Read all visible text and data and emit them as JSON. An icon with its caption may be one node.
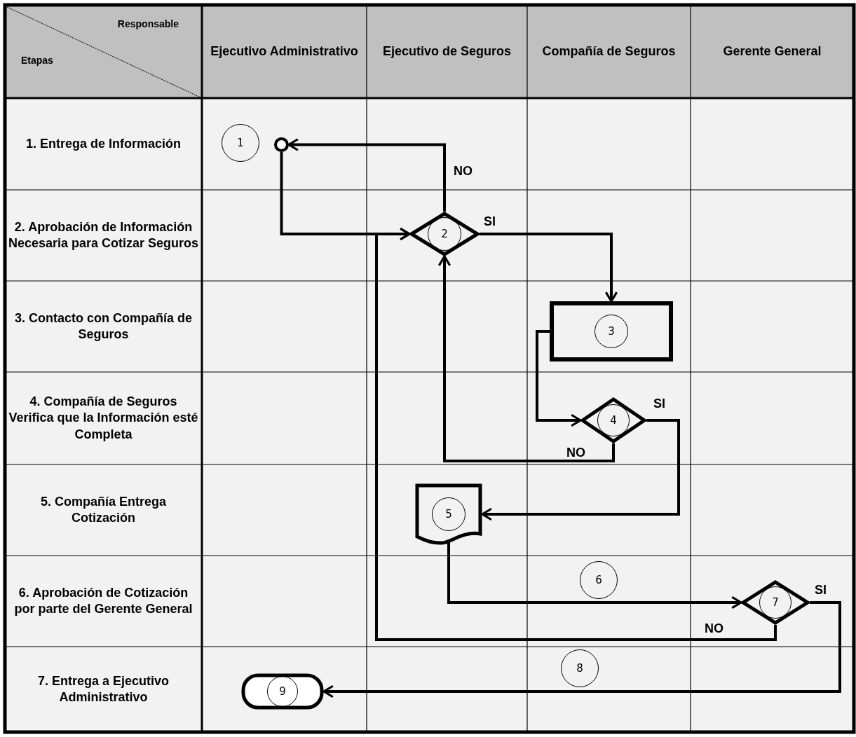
{
  "diagram": {
    "nodes": [
      {
        "text": [
          "1"
        ]
      },
      {
        "text": [],
        "shape": "circle"
      },
      {
        "text": [
          "2"
        ]
      },
      {
        "text": [
          "3"
        ]
      },
      {
        "text": [
          "4"
        ]
      },
      {
        "text": [
          "5"
        ]
      },
      {
        "text": [
          "6"
        ]
      },
      {
        "text": [
          "7"
        ]
      },
      {
        "text": [
          "8"
        ]
      },
      {
        "text": [
          "9"
        ]
      }
    ],
    "edges": [
      {
        "from": 2,
        "to": 1,
        "arrow": "to",
        "label": "NO"
      },
      {
        "from": 1,
        "to": 2,
        "arrow": "to"
      },
      {
        "from": 2,
        "to": 3,
        "arrow": "to",
        "label": "SI"
      },
      {
        "from": 3,
        "to": 4,
        "arrow": "to"
      },
      {
        "from": 4,
        "to": 2,
        "arrow": "to",
        "label": "NO"
      },
      {
        "from": 4,
        "to": 5,
        "arrow": "to",
        "label": "SI"
      },
      {
        "from": 5,
        "to": 7,
        "arrow": "to"
      },
      {
        "from": 7,
        "to": 2,
        "arrow": "to",
        "label": "NO"
      },
      {
        "from": 7,
        "to": 9,
        "arrow": "to",
        "label": "SI"
      }
    ],
    "labels": [
      "Responsable",
      "Etapas",
      "Ejecutivo Administrativo",
      "Ejecutivo de Seguros",
      "Compañía de Seguros",
      "Gerente General",
      "1. Entrega de Información",
      "2. Aprobación de Información Necesaria para Cotizar Seguros",
      "3. Contacto con Compañía de Seguros",
      "4. Compañía de Seguros Verifica que la Información esté Completa",
      "5. Compañía Entrega Cotización",
      "6. Aprobación de Cotización por parte del Gerente General",
      "7. Entrega a Ejecutivo Administrativo"
    ]
  }
}
